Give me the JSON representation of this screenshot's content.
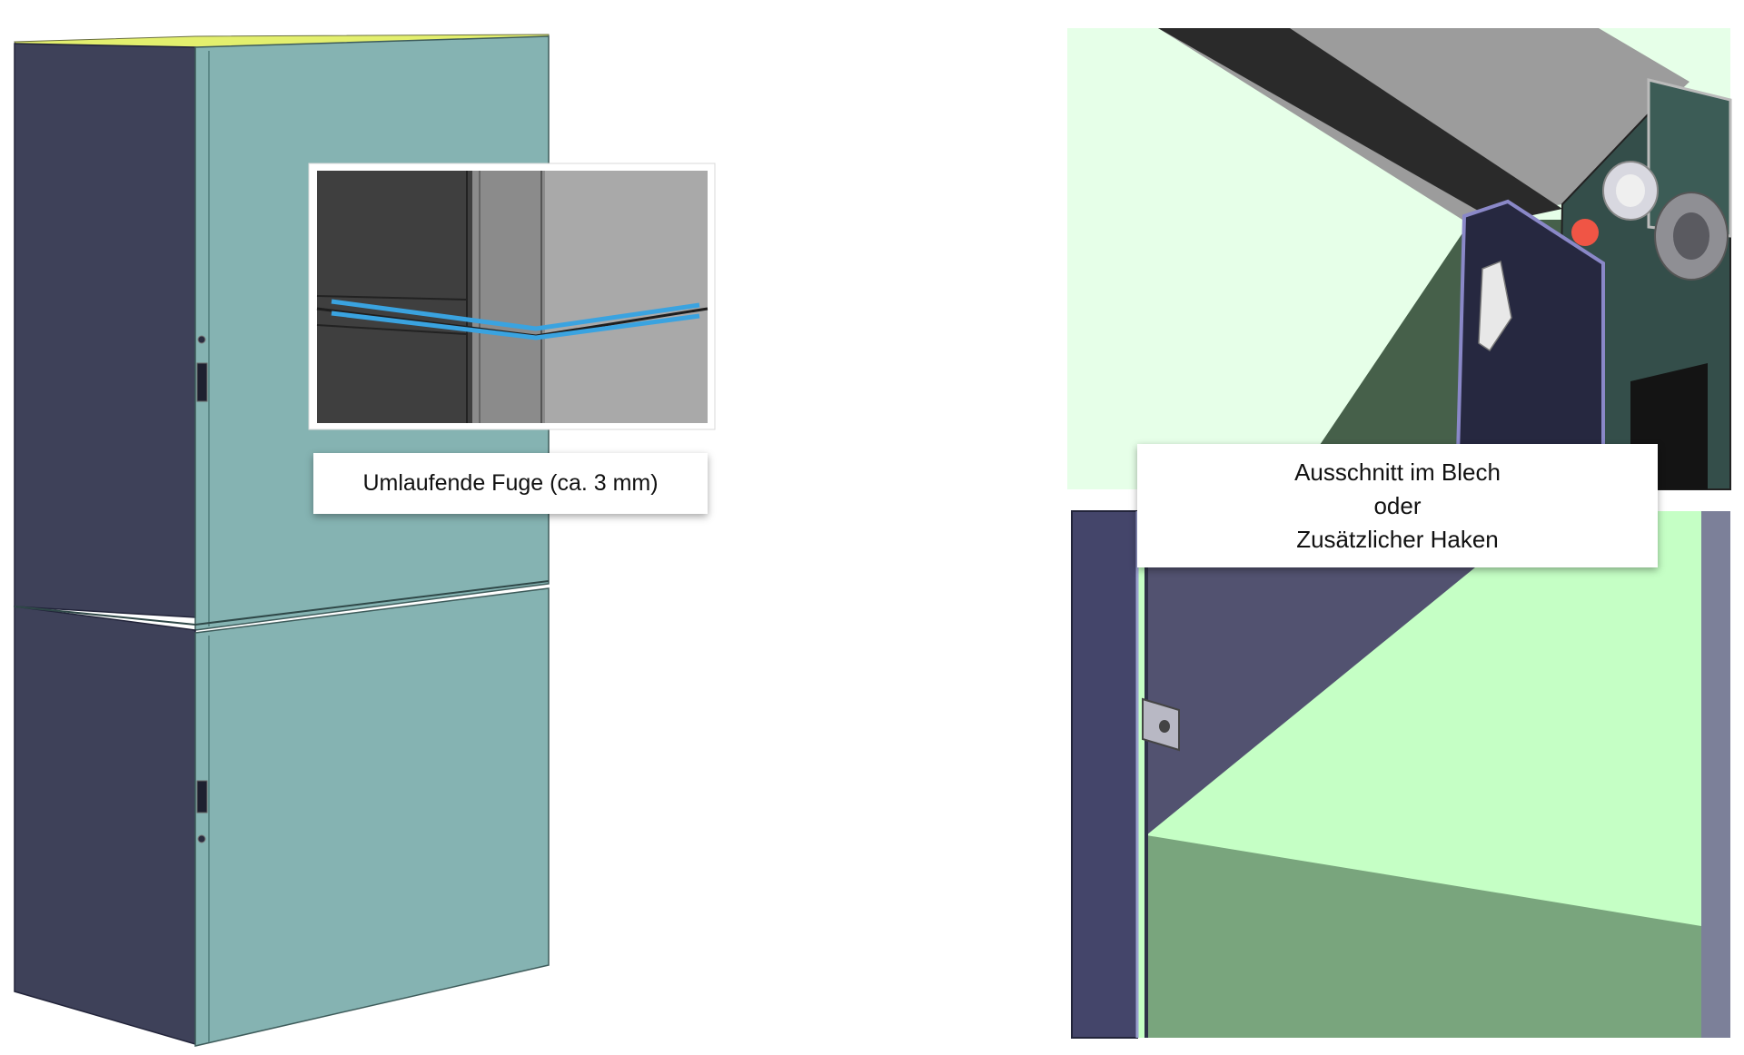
{
  "callouts": {
    "joint": "Umlaufende Fuge (ca. 3 mm)",
    "hook": {
      "line1": "Ausschnitt im Blech",
      "line2": "oder",
      "line3": "Zusätzlicher Haken"
    }
  },
  "colors": {
    "cabinet_side": "#3e4159",
    "cabinet_front": "#85b3b2",
    "cabinet_top": "#e3ef6e",
    "highlight_joint": "#3aa3e0",
    "marker": "#f05545",
    "light_green": "#c5ffc5",
    "pale_green": "#e6ffe8",
    "dark_green": "#46604a",
    "mid_green": "#79a57d",
    "frame_navy": "#2d3048",
    "panel_purple": "#525270"
  },
  "icons": [
    "hinge-icon",
    "lock-icon",
    "hook-icon",
    "marker-dot-icon"
  ]
}
